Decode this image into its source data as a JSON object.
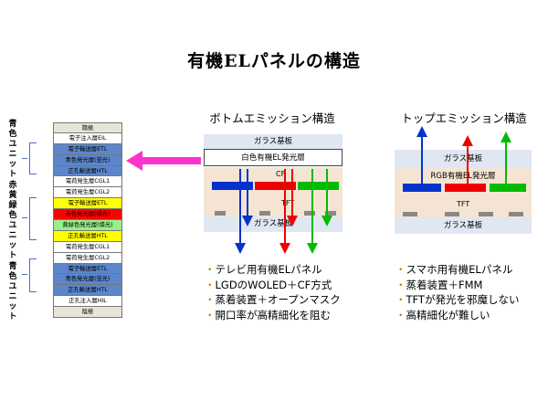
{
  "title": "有機ELパネルの構造",
  "stack": {
    "layers": [
      {
        "label": "陽極",
        "bg": "#e8e5d8"
      },
      {
        "label": "電子注入層EIL",
        "bg": "#ffffff"
      },
      {
        "label": "電子輸送層ETL",
        "bg": "#5b86cc"
      },
      {
        "label": "青色発光層(蛍光)",
        "bg": "#5b86cc"
      },
      {
        "label": "正孔輸送層HTL",
        "bg": "#5b86cc"
      },
      {
        "label": "電荷発生層CGL1",
        "bg": "#ffffff"
      },
      {
        "label": "電荷発生層CGL2",
        "bg": "#ffffff"
      },
      {
        "label": "電子輸送層ETL",
        "bg": "#ffff00"
      },
      {
        "label": "赤色発光層(燐光)",
        "bg": "#ff0000"
      },
      {
        "label": "黄緑色発光層(燐光)",
        "bg": "#99ee88"
      },
      {
        "label": "正孔輸送層HTL",
        "bg": "#ffff00"
      },
      {
        "label": "電荷発生層CGL1",
        "bg": "#ffffff"
      },
      {
        "label": "電荷発生層CGL2",
        "bg": "#ffffff"
      },
      {
        "label": "電子輸送層ETL",
        "bg": "#5b86cc"
      },
      {
        "label": "青色発光層(蛍光)",
        "bg": "#5b86cc"
      },
      {
        "label": "正孔輸送層HTL",
        "bg": "#5b86cc"
      },
      {
        "label": "正孔注入層HIL",
        "bg": "#ffffff"
      },
      {
        "label": "陰極",
        "bg": "#e8e5d8"
      }
    ],
    "units": [
      {
        "label": "青色ユニット"
      },
      {
        "label": "赤黄緑色ユニット"
      },
      {
        "label": "青色ユニット"
      }
    ]
  },
  "bottom": {
    "title": "ボトムエミッション構造",
    "glass_top": "ガラス基板",
    "white_layer": "白色有機EL発光層",
    "cf": "CF",
    "tft": "TFT",
    "glass_bottom": "ガラス基板",
    "bullets": [
      "テレビ用有機ELパネル",
      "LGDのWOLED＋CF方式",
      "蒸着装置＋オープンマスク",
      "開口率が高精細化を阻む"
    ]
  },
  "top": {
    "title": "トップエミッション構造",
    "glass_top": "ガラス基板",
    "rgb_layer": "RGB有機EL発光層",
    "tft": "TFT",
    "glass_bottom": "ガラス基板",
    "bullets": [
      "スマホ用有機ELパネル",
      "蒸着装置＋FMM",
      "TFTが発光を邪魔しない",
      "高精細化が難しい"
    ]
  },
  "colors": {
    "blue": "#0033cc",
    "red": "#ee0000",
    "green": "#00bb00",
    "arrow": "#ff33cc"
  }
}
